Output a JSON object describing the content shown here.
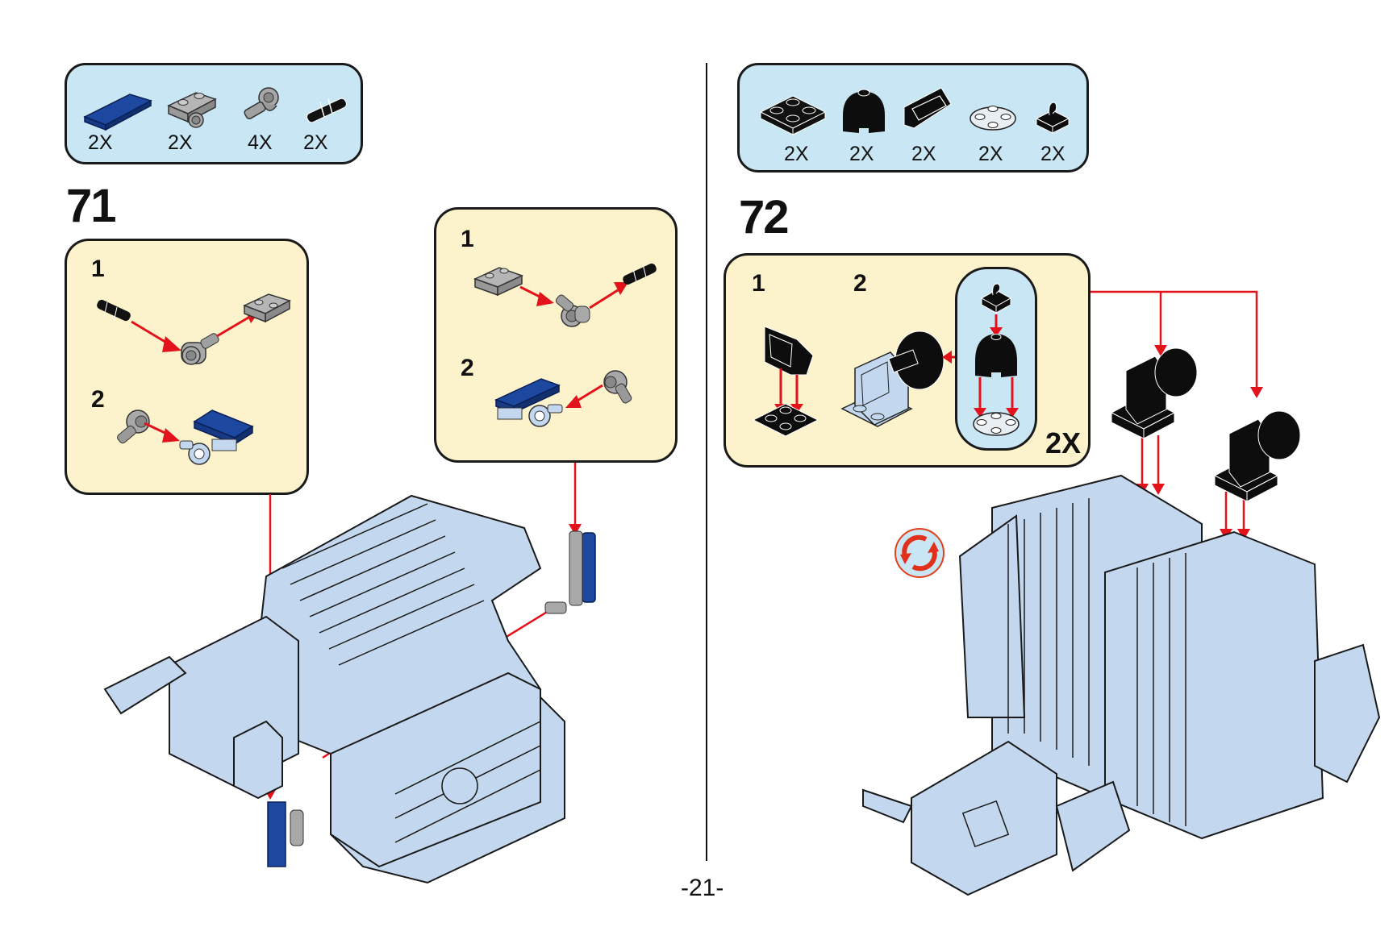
{
  "page": {
    "page_number": "-21-"
  },
  "colors": {
    "parts_box_bg": "#c9e6f4",
    "sub_assembly_bg": "#fcf2cc",
    "model_light_blue": "#c3d8ee",
    "arrow_red": "#e2131b",
    "tile_blue": "#1d48a0",
    "part_gray": "#a8a8a8",
    "part_black": "#0d0d0d"
  },
  "step71": {
    "number": "71",
    "parts": [
      {
        "name": "blue-tile-1x3-icon",
        "qty": "2X"
      },
      {
        "name": "gray-plate-with-pin-hole-icon",
        "qty": "2X"
      },
      {
        "name": "gray-axle-pin-connector-icon",
        "qty": "4X"
      },
      {
        "name": "black-friction-pin-icon",
        "qty": "2X"
      }
    ],
    "subassembly_left": {
      "substeps": [
        {
          "label": "1"
        },
        {
          "label": "2"
        }
      ]
    },
    "subassembly_right": {
      "substeps": [
        {
          "label": "1"
        },
        {
          "label": "2"
        }
      ]
    }
  },
  "step72": {
    "number": "72",
    "parts": [
      {
        "name": "black-plate-2x2-icon",
        "qty": "2X"
      },
      {
        "name": "black-dome-brick-icon",
        "qty": "2X"
      },
      {
        "name": "black-slope-windscreen-icon",
        "qty": "2X"
      },
      {
        "name": "clear-round-plate-2x2-icon",
        "qty": "2X"
      },
      {
        "name": "black-clip-plate-icon",
        "qty": "2X"
      }
    ],
    "subassembly": {
      "substeps": [
        {
          "label": "1"
        },
        {
          "label": "2"
        }
      ],
      "multiplier": "2X"
    },
    "rotate_icon": "rotate-model-icon"
  }
}
